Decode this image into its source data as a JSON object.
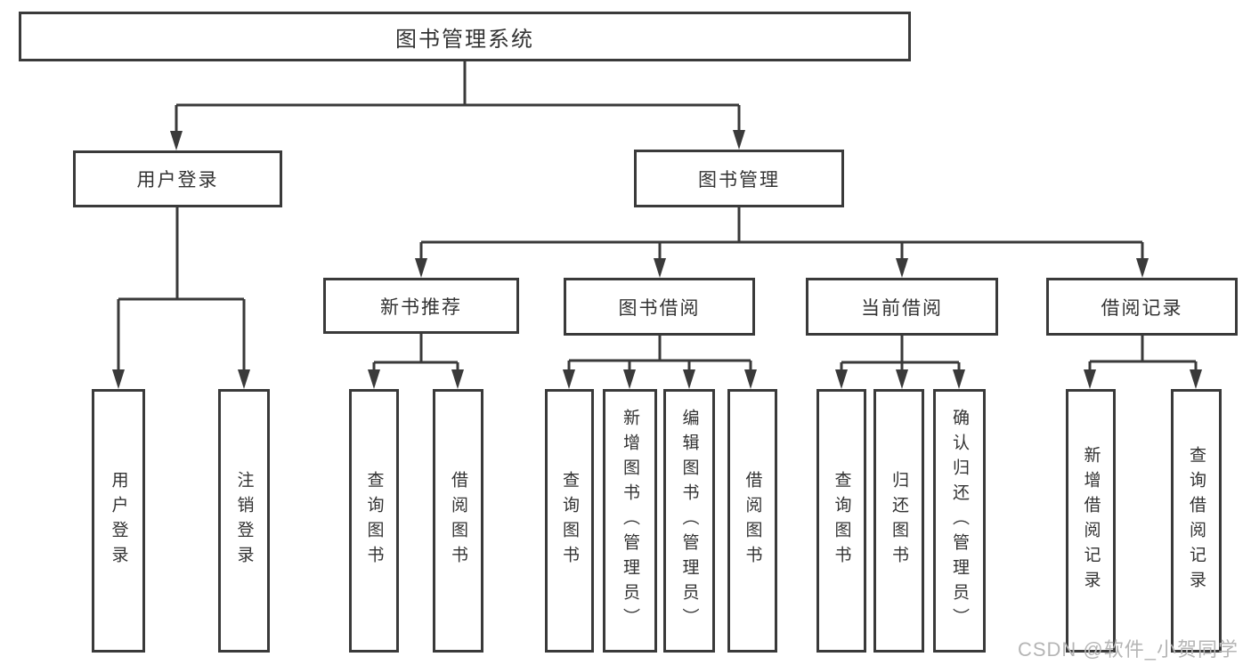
{
  "nodes": {
    "root": "图书管理系统",
    "level2": {
      "user_login": "用户登录",
      "book_mgmt": "图书管理"
    },
    "level3": {
      "new_book_rec": "新书推荐",
      "book_borrow": "图书借阅",
      "current_borrow": "当前借阅",
      "borrow_record": "借阅记录"
    },
    "leaves": {
      "ul_user_login": "用户登录",
      "ul_logout": "注销登录",
      "rec_query_book": "查询图书",
      "rec_borrow_book": "借阅图书",
      "bb_query_book": "查询图书",
      "bb_add_book": "新增图书（管理员）",
      "bb_edit_book": "编辑图书（管理员）",
      "bb_borrow_book": "借阅图书",
      "cb_query_book": "查询图书",
      "cb_return_book": "归还图书",
      "cb_confirm_return": "确认归还（管理员）",
      "br_add_record": "新增借阅记录",
      "br_query_record": "查询借阅记录"
    }
  },
  "watermark": "CSDN @软件_小贺同学",
  "colors": {
    "line": "#3a3a3a",
    "text": "#333333",
    "watermark": "#b5b5b5",
    "background": "#ffffff"
  }
}
